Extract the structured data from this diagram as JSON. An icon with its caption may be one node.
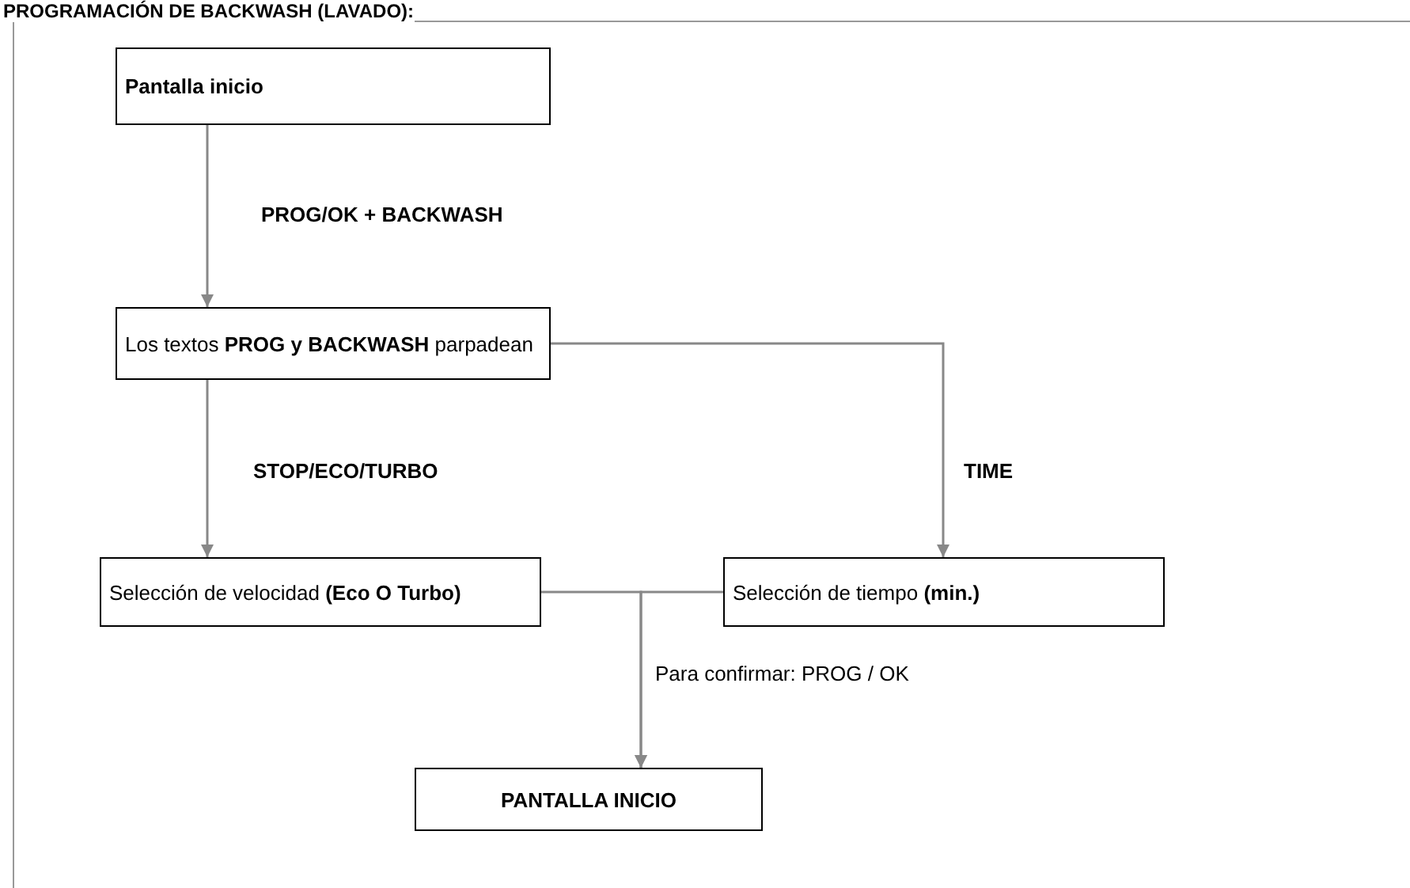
{
  "diagram": {
    "title": "PROGRAMACIÓN DE BACKWASH (LAVADO):",
    "nodes": [
      {
        "text": [
          "Pantalla inicio"
        ]
      },
      {
        "text": [
          "Los textos **PROG y BACKWASH** parpadean"
        ]
      },
      {
        "text": [
          "Selección de velocidad **(Eco O Turbo)**"
        ]
      },
      {
        "text": [
          "Selección de tiempo **(min.)**"
        ]
      },
      {
        "text": [
          "PANTALLA INICIO"
        ]
      }
    ],
    "edges": [
      {
        "from": 0,
        "to": 1,
        "arrow": "to",
        "label": "PROG/OK + BACKWASH"
      },
      {
        "from": 1,
        "to": 2,
        "arrow": "to",
        "label": "STOP/ECO/TURBO"
      },
      {
        "from": 1,
        "to": 3,
        "arrow": "to",
        "label": "TIME"
      },
      {
        "from": 2,
        "to": 4,
        "arrow": "to",
        "label": "Para confirmar: PROG / OK"
      },
      {
        "from": 3,
        "to": 4,
        "arrow": "to"
      }
    ]
  }
}
